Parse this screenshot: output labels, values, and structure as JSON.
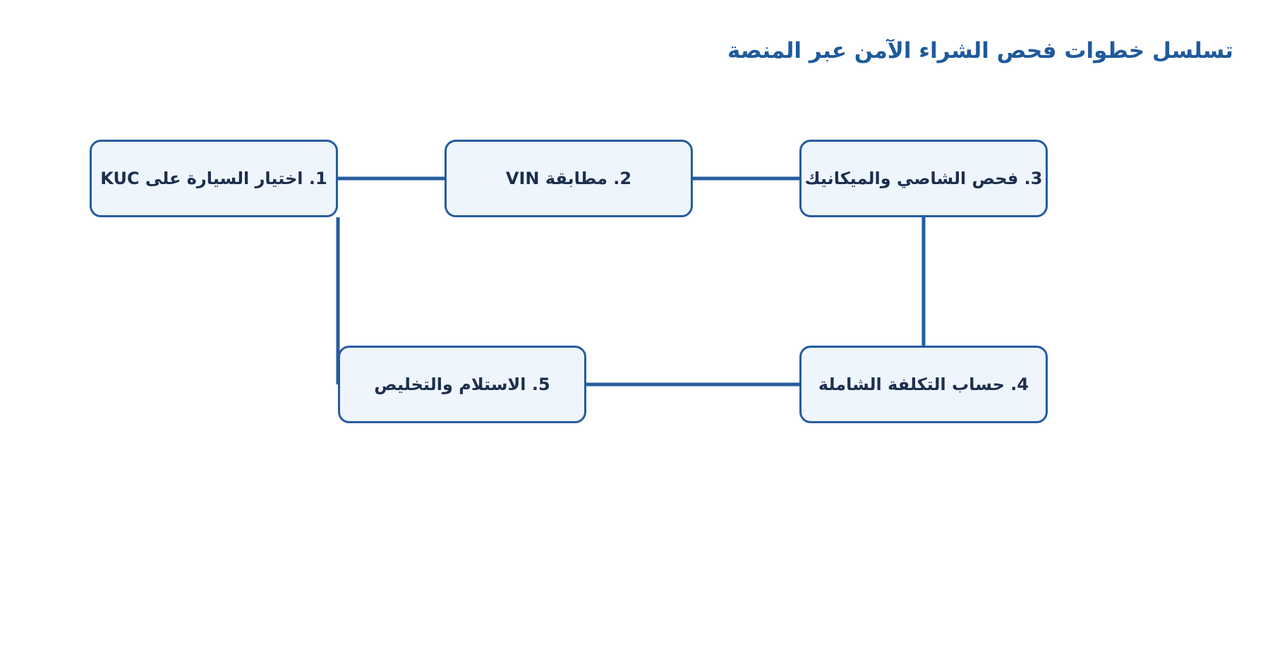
{
  "diagram": {
    "title": "تسلسل خطوات فحص الشراء الآمن عبر المنصة",
    "accent_color": "#255c9f",
    "title_color": "#1f5a9c",
    "node_fill": "#eef5fd",
    "node_text_color": "#1c2f4d",
    "nodes": [
      {
        "label": "1. اختيار السيارة على KUC"
      },
      {
        "label": "2. مطابقة VIN"
      },
      {
        "label": "3. فحص الشاصي والميكانيك"
      },
      {
        "label": "4. حساب التكلفة الشاملة"
      },
      {
        "label": "5. الاستلام والتخليص"
      }
    ],
    "edges": [
      {
        "from": 1,
        "to": 2
      },
      {
        "from": 2,
        "to": 3
      },
      {
        "from": 3,
        "to": 4
      },
      {
        "from": 4,
        "to": 5
      },
      {
        "from": 5,
        "to": 1
      }
    ]
  }
}
